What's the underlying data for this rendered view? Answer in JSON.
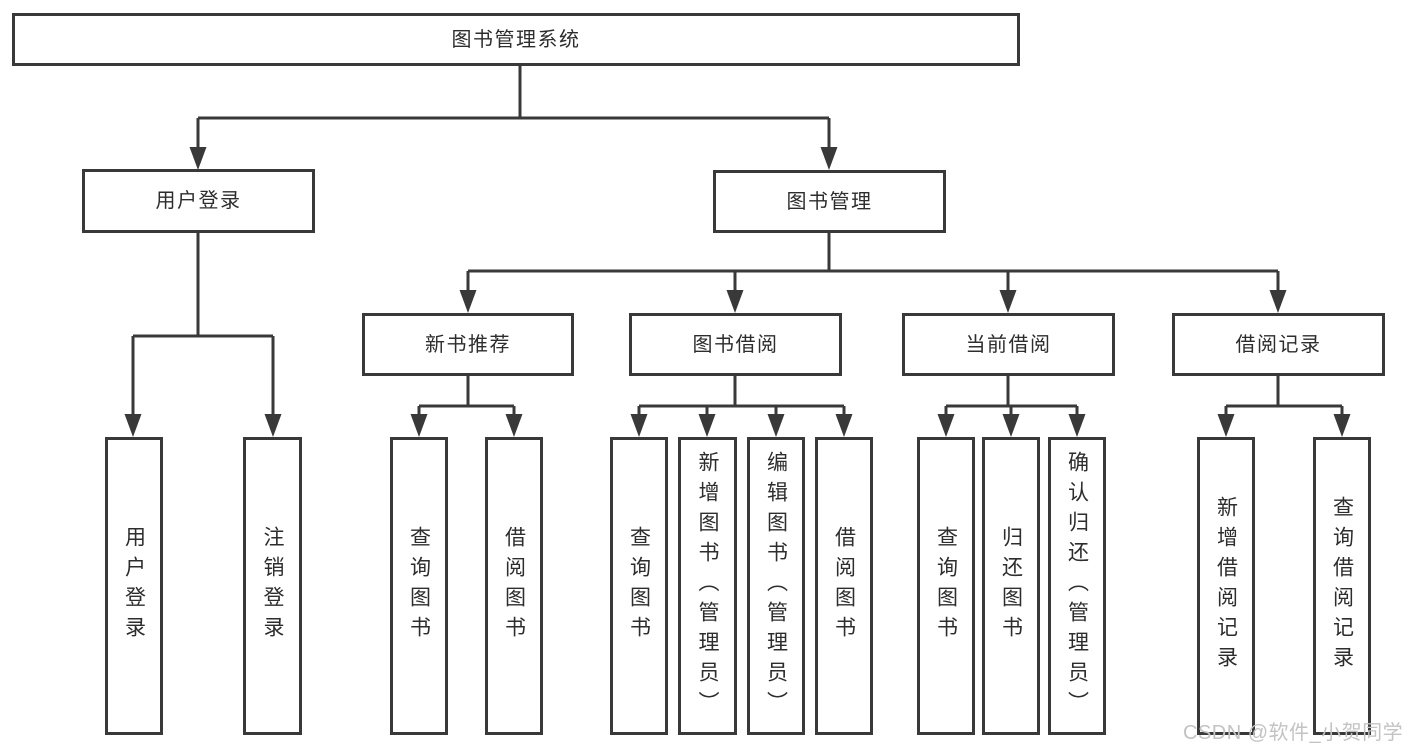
{
  "diagram": {
    "type": "hierarchy-tree",
    "orientation": "top-down",
    "hierarchy": {
      "图书管理系统": {
        "用户登录": [
          "用户登录",
          "注销登录"
        ],
        "图书管理": {
          "新书推荐": [
            "查询图书",
            "借阅图书"
          ],
          "图书借阅": [
            "查询图书",
            "新增图书（管理员）",
            "编辑图书（管理员）",
            "借阅图书"
          ],
          "当前借阅": [
            "查询图书",
            "归还图书",
            "确认归还（管理员）"
          ],
          "借阅记录": [
            "新增借阅记录",
            "查询借阅记录"
          ]
        }
      }
    }
  },
  "nodes": {
    "root": "图书管理系统",
    "user_login": "用户登录",
    "book_mgmt": "图书管理",
    "new_book": "新书推荐",
    "book_borrow": "图书借阅",
    "current_borrow": "当前借阅",
    "borrow_record": "借阅记录",
    "ul_login": "用户登录",
    "ul_logout": "注销登录",
    "nb_query": "查询图书",
    "nb_borrow": "借阅图书",
    "bb_query": "查询图书",
    "bb_add": "新增图书（管理员）",
    "bb_edit": "编辑图书（管理员）",
    "bb_borrow": "借阅图书",
    "cb_query": "查询图书",
    "cb_return": "归还图书",
    "cb_confirm": "确认归还（管理员）",
    "br_add": "新增借阅记录",
    "br_query": "查询借阅记录"
  },
  "watermark": "CSDN @软件_小贺同学",
  "colors": {
    "line": "#393939",
    "text": "#2d2d2d",
    "background": "#ffffff",
    "watermark": "#c3c3c3"
  }
}
